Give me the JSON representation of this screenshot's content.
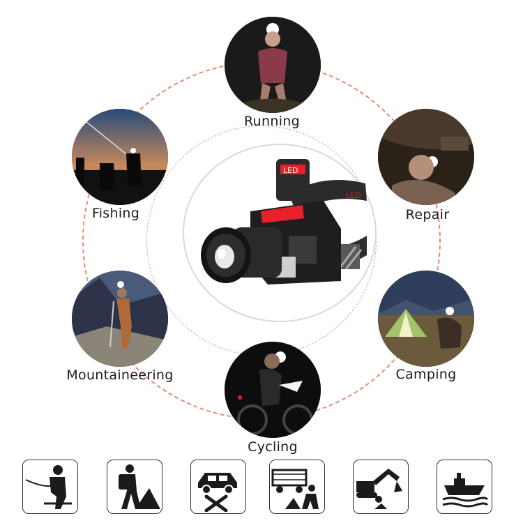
{
  "activities": [
    {
      "id": "running",
      "label": "Running"
    },
    {
      "id": "repair",
      "label": "Repair"
    },
    {
      "id": "camping",
      "label": "Camping"
    },
    {
      "id": "cycling",
      "label": "Cycling"
    },
    {
      "id": "mountaineering",
      "label": "Mountaineering"
    },
    {
      "id": "fishing",
      "label": "Fishing"
    }
  ],
  "product": {
    "strap_text_1": "LED",
    "strap_text_2": "LED"
  },
  "colors": {
    "ring_dash": "#e07a5f",
    "accent_red": "#e8202a",
    "icon_stroke": "#1b1b1b"
  },
  "bottom_icons": [
    "fishing-icon",
    "hiking-icon",
    "car-repair-icon",
    "construction-cart-icon",
    "excavator-icon",
    "ship-icon"
  ]
}
